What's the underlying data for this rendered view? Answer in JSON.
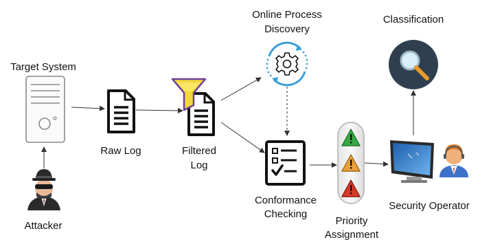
{
  "nodes": {
    "target_system": "Target System",
    "attacker": "Attacker",
    "raw_log": "Raw Log",
    "filtered_log_line1": "Filtered",
    "filtered_log_line2": "Log",
    "discovery_line1": "Online Process",
    "discovery_line2": "Discovery",
    "conformance_line1": "Conformance",
    "conformance_line2": "Checking",
    "priority_line1": "Priority",
    "priority_line2": "Assignment",
    "classification": "Classification",
    "security_operator": "Security Operator"
  },
  "colors": {
    "funnel": "#f2d83a",
    "funnel_outline": "#6b3fa0",
    "cycle_arrow": "#3aa0d8",
    "magnifier_bg": "#2f3f4f",
    "magnifier_handle": "#e89b2a",
    "alert_green": "#3aa845",
    "alert_orange": "#e8a13a",
    "alert_red": "#d63a2a"
  }
}
